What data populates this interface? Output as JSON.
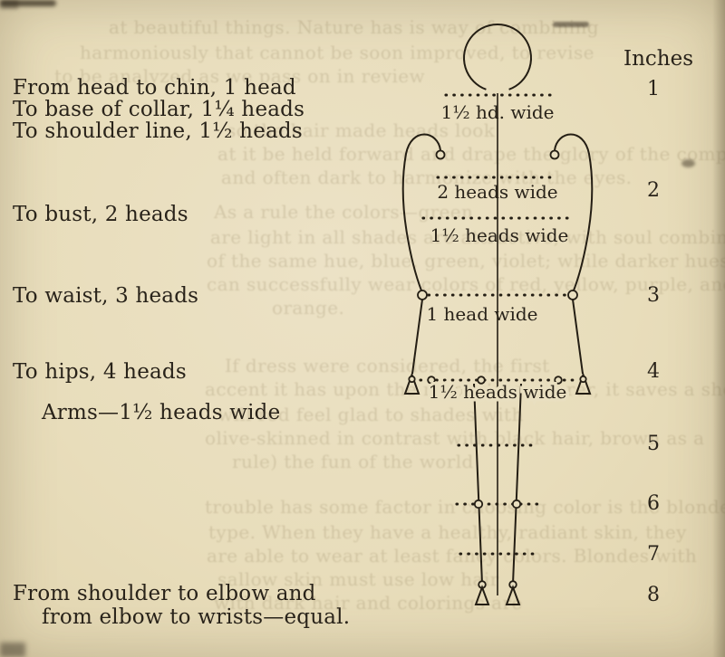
{
  "page": {
    "paper_color": "#e8ddbb",
    "ink_color": "#241e14"
  },
  "left_column": {
    "lines": [
      {
        "text": "From head to chin, 1 head"
      },
      {
        "text": "To base of collar, 1¼ heads"
      },
      {
        "text": "To shoulder line, 1½ heads"
      },
      {
        "text": "To bust, 2 heads"
      },
      {
        "text": "To waist, 3 heads"
      },
      {
        "text": "To hips, 4 heads"
      },
      {
        "text": "Arms—1½ heads wide"
      },
      {
        "text": "From shoulder to elbow and"
      },
      {
        "text": "from elbow to wrists—equal."
      }
    ]
  },
  "inches_scale": {
    "header": "Inches",
    "marks": [
      "1",
      "2",
      "3",
      "4",
      "5",
      "6",
      "7",
      "8"
    ]
  },
  "figure": {
    "width_labels": [
      "1½ hd. wide",
      "2 heads wide",
      "1½ heads wide",
      "1 head wide",
      "1½ heads wide"
    ]
  },
  "bleedthrough": {
    "lines": [
      "at beautiful things.  Nature has is way of combining",
      "harmoniously that cannot be soon improved, to revise",
      "to be analyzed as we pass on in review",
      "so the hair made heads look",
      "at it be held forward and drape the glory of the composition,",
      "and often dark to harmonize with the eyes.",
      "As a rule the colors—green",
      "are light in all shades are attractive, with soul combines",
      "of the same hue, blue, green, violet; while darker hues",
      "can successfully wear colors of red, yellow, purple, and",
      "orange.",
      "If dress were considered, the first",
      "accent it has upon the respective wearer, it saves a shopper",
      "will red feel glad to shades with",
      "olive-skinned in contrast with black hair, brown as a",
      "rule) the fun of the world",
      "trouble has some factor in choosing color is the blonde",
      "type. When they have a healthy, radiant skin, they",
      "are able to wear at least fancy colors. Blondes with",
      "sallow skin must use low hair",
      "with dark hair and colorings are"
    ]
  }
}
